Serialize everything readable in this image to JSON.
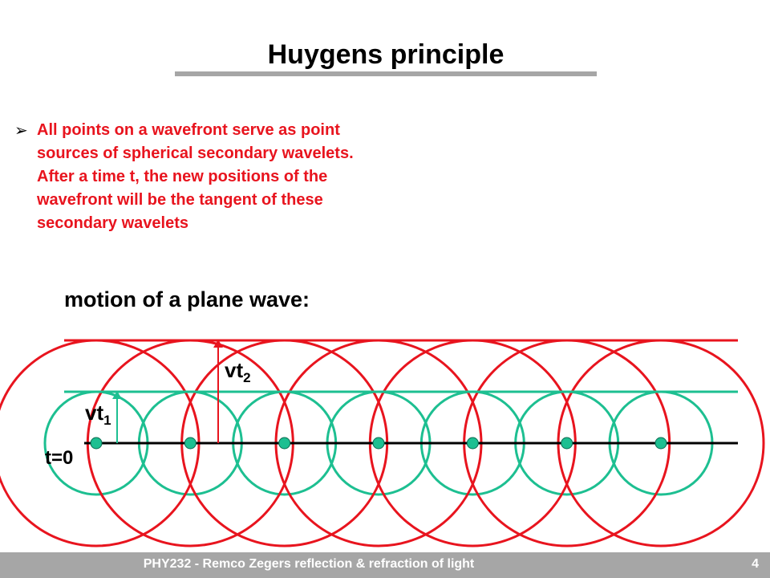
{
  "slide": {
    "title": "Huygens principle",
    "bullet": "All points on a wavefront serve as point sources of spherical secondary wavelets. After a time t, the new positions of the wavefront will be the tangent of these secondary wavelets",
    "subtitle": "motion of a plane wave:"
  },
  "diagram": {
    "labels": {
      "t0": "t=0",
      "vt1_base": "vt",
      "vt1_sub": "1",
      "vt2_base": "vt",
      "vt2_sub": "2"
    },
    "source_count": 7,
    "colors": {
      "wavelet_t1": "#1dbf91",
      "wavelet_t2": "#e8141e",
      "source_point": "#1dbf91",
      "baseline": "#000000"
    }
  },
  "footer": {
    "text": "PHY232 - Remco Zegers   reflection & refraction of light",
    "page_number": "4"
  },
  "colors": {
    "bullet_text": "#e8141e",
    "footer_bg": "#a6a6a6",
    "title_rule": "#a6a6a6"
  }
}
